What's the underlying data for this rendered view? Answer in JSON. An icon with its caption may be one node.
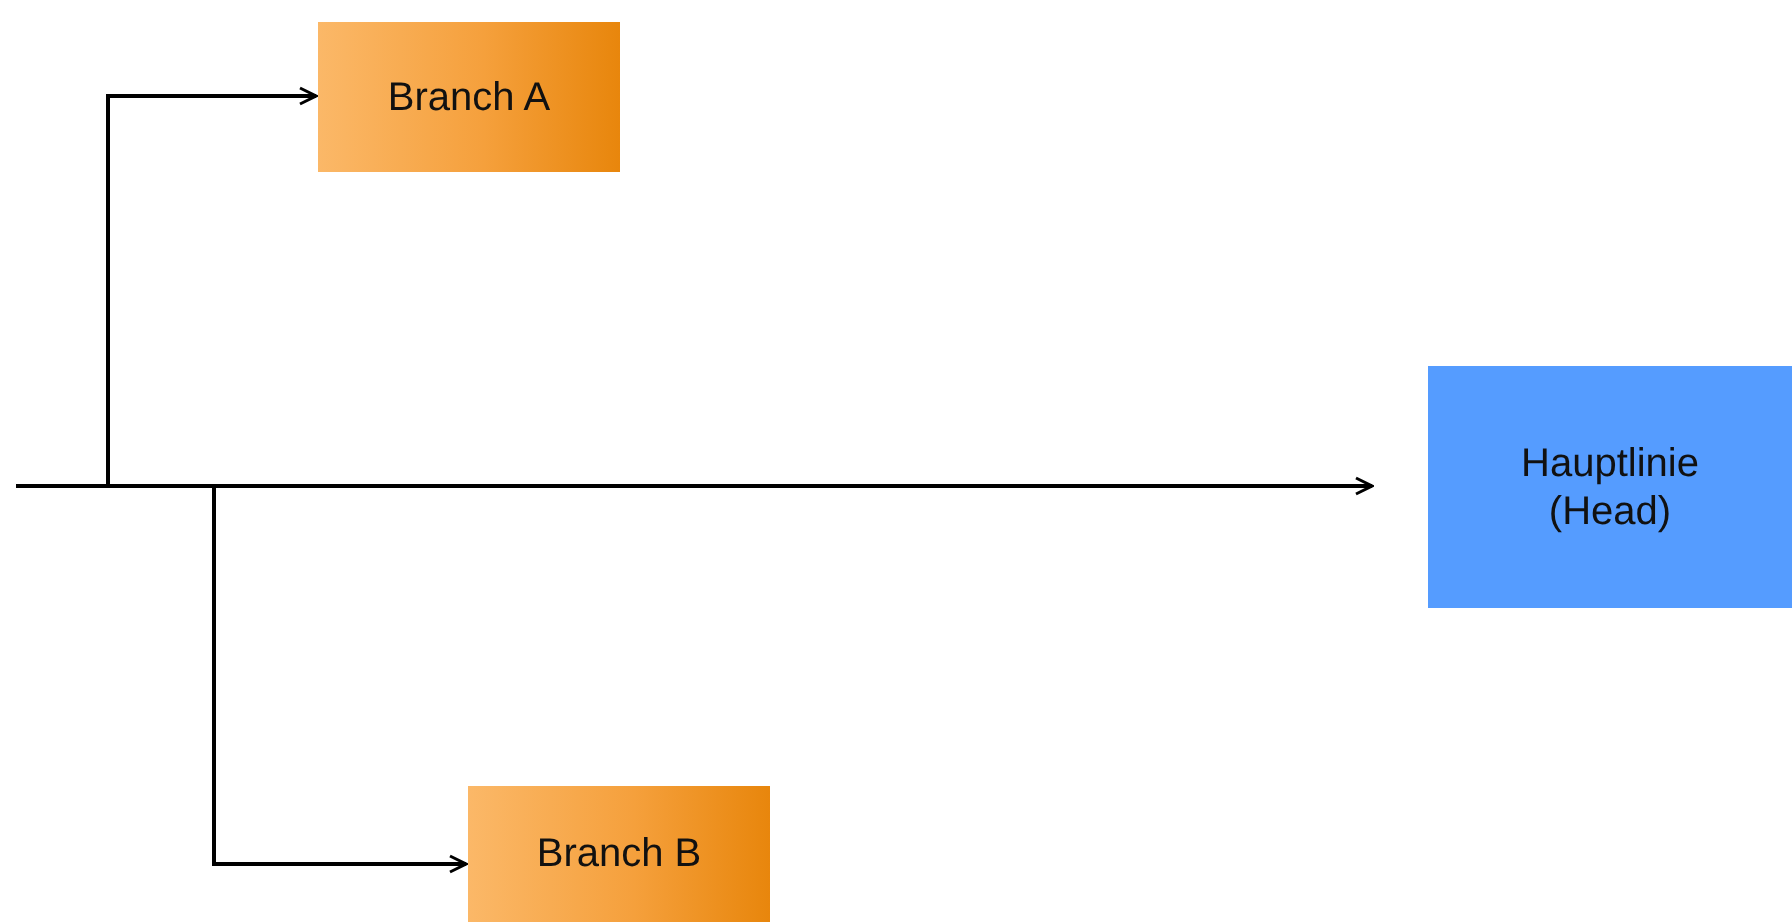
{
  "diagram": {
    "nodes": [
      {
        "text": [
          "Branch A"
        ]
      },
      {
        "text": [
          "Branch B"
        ]
      },
      {
        "text": [
          "Hauptlinie (Head)"
        ]
      }
    ],
    "edges": [
      {
        "from": null,
        "to": 2,
        "arrow": "to"
      },
      {
        "from": null,
        "to": 0,
        "arrow": "to"
      },
      {
        "from": null,
        "to": 1,
        "arrow": "to"
      }
    ]
  }
}
